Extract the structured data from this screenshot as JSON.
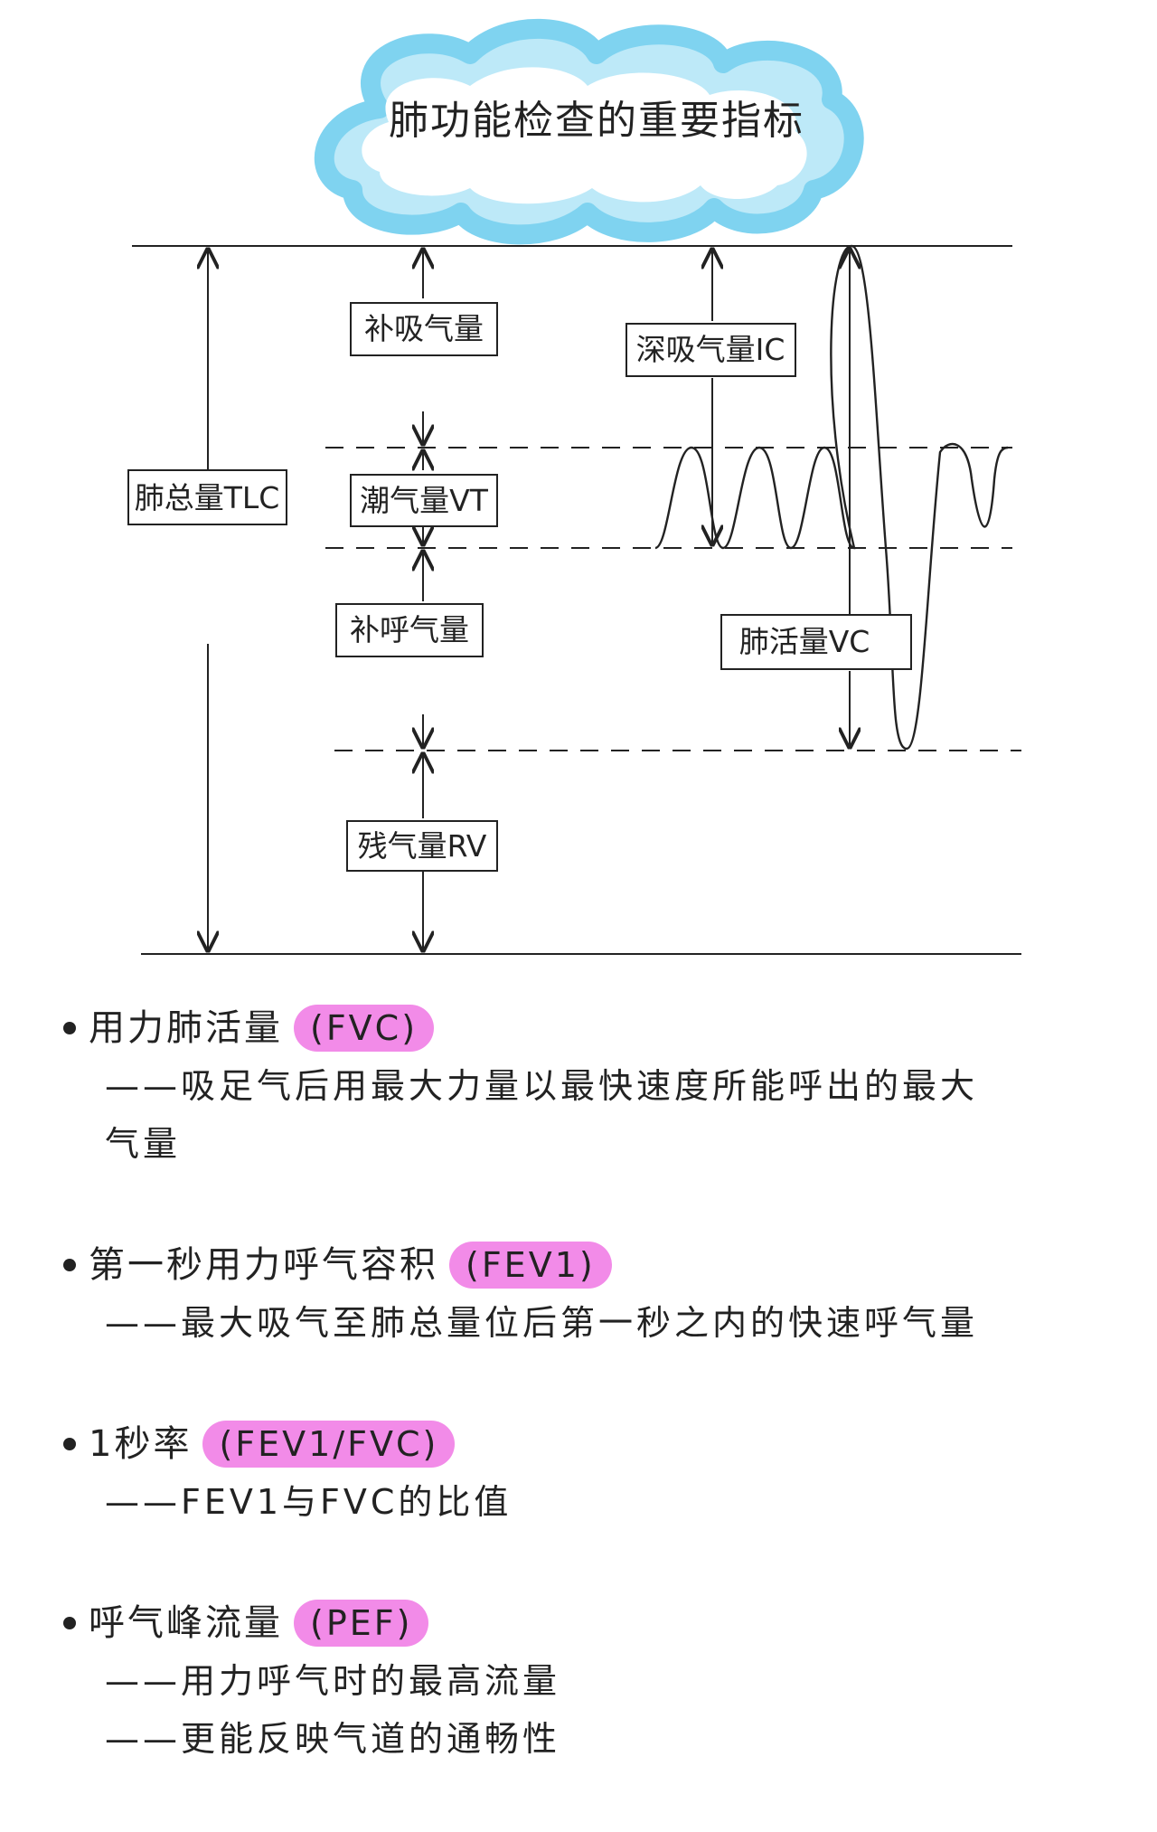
{
  "title": "肺功能检查的重要指标",
  "labels": {
    "tlc": "肺总量TLC",
    "irv": "补吸气量",
    "vt": "潮气量VT",
    "erv": "补呼气量",
    "rv": "残气量RV",
    "ic": "深吸气量IC",
    "vc": "肺活量VC"
  },
  "definitions": [
    {
      "name": "用力肺活量",
      "abbr": "(FVC)",
      "lines": [
        "——吸足气后用最大力量以最快速度所能呼出的最大",
        "气量"
      ]
    },
    {
      "name": "第一秒用力呼气容积",
      "abbr": "(FEV1)",
      "lines": [
        "——最大吸气至肺总量位后第一秒之内的快速呼气量"
      ]
    },
    {
      "name": "1秒率",
      "abbr": "(FEV1/FVC)",
      "lines": [
        "——FEV1与FVC的比值"
      ]
    },
    {
      "name": "呼气峰流量",
      "abbr": "(PEF)",
      "lines": [
        "——用力呼气时的最高流量",
        "——更能反映气道的通畅性"
      ]
    }
  ],
  "colors": {
    "cloud_outer": "#7fd3f0",
    "cloud_inner": "#bde9f8",
    "pill": "#f28be8",
    "ink": "#222222"
  }
}
